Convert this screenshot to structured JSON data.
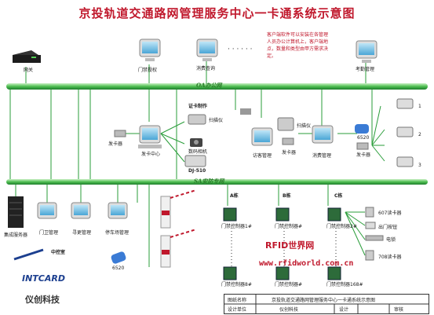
{
  "title": "京投轨道交通路网管理服务中心一卡通系统示意图",
  "buses": {
    "oa": "OA办公网",
    "sa": "SA安防专网"
  },
  "note": "客户端软件可以安装在各管理人员办公计算机上，客户端地点，数量和类型由甲方需求决定。",
  "top_labels": {
    "gateway": "网关",
    "door_auth": "门禁授权",
    "consume_query": "消费查询",
    "attendance": "考勤管理",
    "dots": "· · · · · ·"
  },
  "mid_labels": {
    "card_maker": "证卡制作",
    "scanner": "扫描仪",
    "camera": "数码相机",
    "dj510": "DJ-510",
    "issuer_left": "发卡器",
    "issue_center": "发卡中心",
    "visitor_mgmt": "访客管理",
    "issuer_mid": "发卡器",
    "scanner2": "扫描仪",
    "consume_mgmt": "消费管理",
    "reader6520": "6520",
    "issuer_right": "发卡器",
    "num1": "1",
    "num2": "2",
    "num3": "3"
  },
  "bottom_labels": {
    "server": "集成服务器",
    "door_mgmt": "门卫管理",
    "patrol_mgmt": "寻更管理",
    "parking_mgmt": "停车场管理",
    "control_room": "中控室",
    "reader6520b": "6520",
    "levels": [
      "A栋",
      "B栋",
      "C栋"
    ],
    "ctrl_a1": "门禁控制器1#",
    "ctrl_a2": "门禁控制器8#",
    "ctrl_b1": "门禁控制器#",
    "ctrl_b2": "门禁控制器#",
    "ctrl_c1": "门禁控制器2#",
    "ctrl_c2": "门禁控制器168#",
    "reader607": "607读卡器",
    "exit_btn": "出门按钮",
    "elec_lock": "电锁",
    "reader708": "708读卡器"
  },
  "logo": {
    "brand": "INTCARD",
    "cn": "仪创科技"
  },
  "watermark": {
    "line1": "RFID世界网",
    "line2": "www.rfidworld.com.cn"
  },
  "table": {
    "r1c1": "图纸名称",
    "r1c2": "京投轨道交通路网管理服务中心一卡通系统示意图",
    "r2c1": "设计单位",
    "r2c2": "仪创科技",
    "r2c3": "设计",
    "r2c4": "审核"
  },
  "colors": {
    "title": "#c0182c",
    "bus": "#2a9d3a",
    "link": "#2a9d3a"
  }
}
